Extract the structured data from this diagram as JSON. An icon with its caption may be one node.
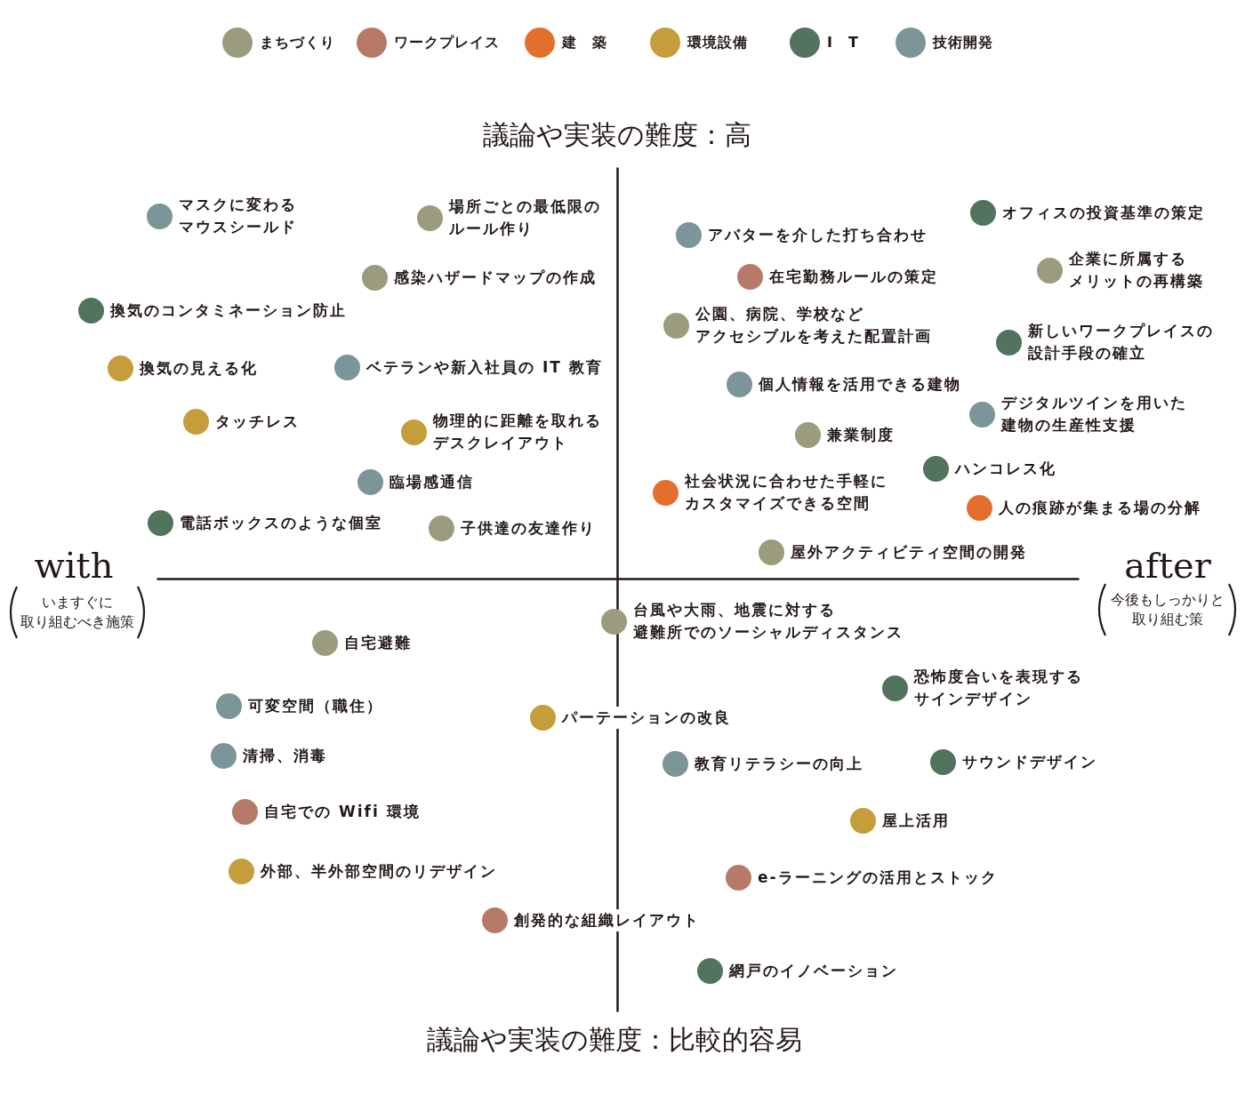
{
  "diagram": {
    "labels": [
      "議論や実装の難度：高",
      "マスクに変わるマウスシールド",
      "場所ごとの最低限のルール作り",
      "感染ハザードマップの作成",
      "換気のコンタミネーション防止",
      "換気の見える化",
      "ベテランや新入社員の IT 教育",
      "タッチレス",
      "物理的に距離を取れるデスクレイアウト",
      "臨場感通信",
      "電話ボックスのような個室",
      "子供達の友達作り",
      "オフィスの投資基準の策定",
      "アバターを介した打ち合わせ",
      "在宅勤務ルールの策定",
      "企業に所属するメリットの再構築",
      "公園、病院、学校などアクセシブルを考えた配置計画",
      "新しいワークプレイスの設計手段の確立",
      "個人情報を活用できる建物",
      "デジタルツインを用いた建物の生産性支援",
      "兼業制度",
      "ハンコレス化",
      "社会状況に合わせた手軽にカスタマイズできる空間",
      "人の痕跡が集まる場の分解",
      "屋外アクティビティ空間の開発",
      "with",
      "いますぐに取り組むべき施策",
      "after",
      "今後もしっかりと取り組む策",
      "自宅避難",
      "可変空間（職住）",
      "パーテーションの改良",
      "清掃、消毒",
      "自宅での Wifi 環境",
      "外部、半外部空間のリデザイン",
      "創発的な組織レイアウト",
      "台風や大雨、地震に対する避難所でのソーシャルディスタンス",
      "恐怖度合いを表現するサインデザイン",
      "教育リテラシーの向上",
      "サウンドデザイン",
      "屋上活用",
      "e-ラーニングの活用とストック",
      "網戸のイノベーション",
      "議論や実装の難度：比較的容易"
    ],
    "legend": [
      {
        "text": "まちづくり",
        "color": "#9b9b7d"
      },
      {
        "text": "ワークプレイス",
        "color": "#b77a69"
      },
      {
        "text": "建　築",
        "color": "#e46f2c"
      },
      {
        "text": "環境設備",
        "color": "#c69d3b"
      },
      {
        "text": "I　T",
        "color": "#52735e"
      },
      {
        "text": "技術開発",
        "color": "#7b9598"
      }
    ]
  }
}
